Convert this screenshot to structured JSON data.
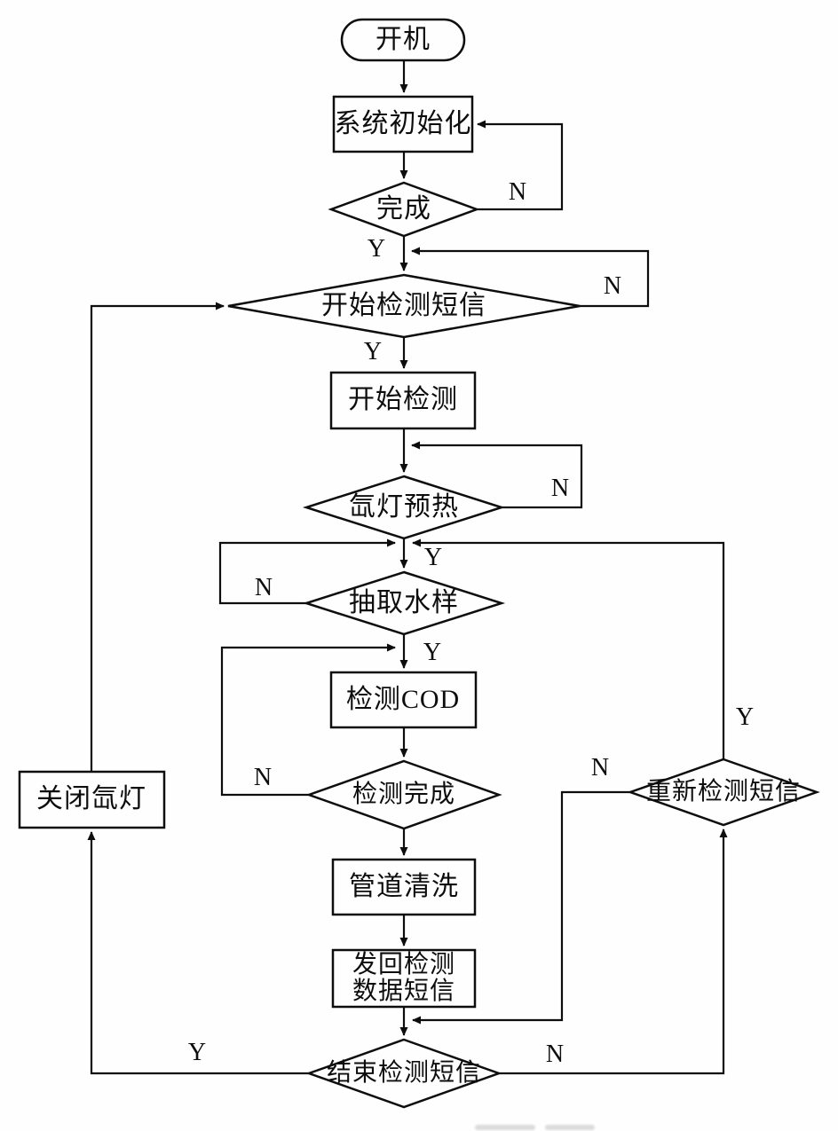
{
  "flowchart": {
    "language": "zh",
    "branch_labels": {
      "yes": "Y",
      "no": "N"
    },
    "nodes": {
      "start": {
        "type": "terminator",
        "label": "开机"
      },
      "init": {
        "type": "process",
        "label": "系统初始化"
      },
      "done": {
        "type": "decision",
        "label": "完成"
      },
      "start_sms": {
        "type": "decision",
        "label": "开始检测短信"
      },
      "start_detect": {
        "type": "process",
        "label": "开始检测"
      },
      "lamp_preheat": {
        "type": "decision",
        "label": "氙灯预热"
      },
      "draw_sample": {
        "type": "decision",
        "label": "抽取水样"
      },
      "detect_cod": {
        "type": "process",
        "label": "检测COD"
      },
      "detect_done": {
        "type": "decision",
        "label": "检测完成"
      },
      "pipe_clean": {
        "type": "process",
        "label": "管道清洗"
      },
      "send_data": {
        "type": "process",
        "label": "发回检测数据短信",
        "lines": [
          "发回检测",
          "数据短信"
        ]
      },
      "end_sms": {
        "type": "decision",
        "label": "结束检测短信"
      },
      "redetect_sms": {
        "type": "decision",
        "label": "重新检测短信"
      },
      "lamp_off": {
        "type": "process",
        "label": "关闭氙灯"
      }
    },
    "edges": [
      {
        "from": "开机",
        "to": "系统初始化",
        "label": ""
      },
      {
        "from": "系统初始化",
        "to": "完成",
        "label": ""
      },
      {
        "from": "完成",
        "to": "系统初始化",
        "label": "N"
      },
      {
        "from": "完成",
        "to": "开始检测短信",
        "label": "Y"
      },
      {
        "from": "开始检测短信",
        "to": "开始检测短信",
        "label": "N"
      },
      {
        "from": "开始检测短信",
        "to": "开始检测",
        "label": "Y"
      },
      {
        "from": "开始检测",
        "to": "氙灯预热",
        "label": ""
      },
      {
        "from": "氙灯预热",
        "to": "氙灯预热",
        "label": "N"
      },
      {
        "from": "氙灯预热",
        "to": "抽取水样",
        "label": "Y"
      },
      {
        "from": "抽取水样",
        "to": "抽取水样",
        "label": "N"
      },
      {
        "from": "抽取水样",
        "to": "检测COD",
        "label": "Y"
      },
      {
        "from": "检测COD",
        "to": "检测完成",
        "label": ""
      },
      {
        "from": "检测完成",
        "to": "检测COD",
        "label": "N"
      },
      {
        "from": "检测完成",
        "to": "管道清洗",
        "label": "Y"
      },
      {
        "from": "管道清洗",
        "to": "发回检测数据短信",
        "label": ""
      },
      {
        "from": "发回检测数据短信",
        "to": "结束检测短信",
        "label": ""
      },
      {
        "from": "结束检测短信",
        "to": "关闭氙灯",
        "label": "Y"
      },
      {
        "from": "结束检测短信",
        "to": "重新检测短信",
        "label": "N"
      },
      {
        "from": "重新检测短信",
        "to": "抽取水样",
        "label": "Y"
      },
      {
        "from": "重新检测短信",
        "to": "结束检测短信",
        "label": "N"
      },
      {
        "from": "关闭氙灯",
        "to": "开始检测短信",
        "label": ""
      }
    ]
  }
}
